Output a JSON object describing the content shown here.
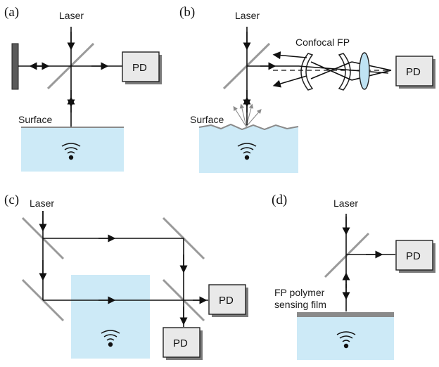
{
  "panels": {
    "a": {
      "tag": "(a)",
      "laser": "Laser",
      "pd": "PD",
      "surface": "Surface"
    },
    "b": {
      "tag": "(b)",
      "laser": "Laser",
      "cavity": "Confocal FP",
      "pd": "PD",
      "surface": "Surface"
    },
    "c": {
      "tag": "(c)",
      "laser": "Laser",
      "pd_top": "PD",
      "pd_bottom": "PD"
    },
    "d": {
      "tag": "(d)",
      "laser": "Laser",
      "pd": "PD",
      "film_line1": "FP polymer",
      "film_line2": "sensing film"
    }
  },
  "colors": {
    "water": "#cdeaf7",
    "mirror": "#9a9a9a",
    "beam": "#111111",
    "pd_fill": "#e9e9e9",
    "film": "#8a8a8a",
    "lens": "#bfe3f3",
    "scatter": "#8a8a8a"
  },
  "icons": [
    "ultrasound-source-icon",
    "arrow-icon"
  ]
}
